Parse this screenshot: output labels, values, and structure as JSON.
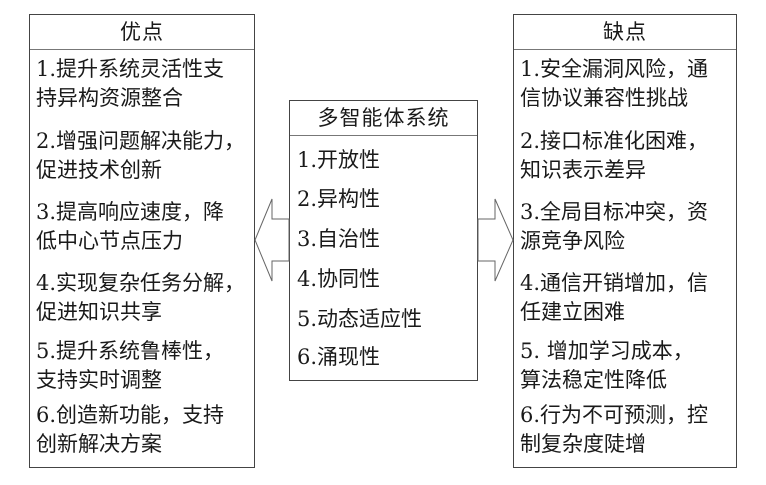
{
  "diagram": {
    "center": {
      "title": "多智能体系统",
      "items": [
        "1.开放性",
        "2.异构性",
        "3.自治性",
        "4.协同性",
        "5.动态适应性",
        "6.涌现性"
      ]
    },
    "advantages": {
      "title": "优点",
      "items": [
        {
          "lines": [
            "1.提升系统灵活性支",
            "持异构资源整合"
          ]
        },
        {
          "lines": [
            "2.增强问题解决能力，",
            "促进技术创新"
          ]
        },
        {
          "lines": [
            "3.提高响应速度，降",
            "低中心节点压力"
          ]
        },
        {
          "lines": [
            "4.实现复杂任务分解，",
            "促进知识共享"
          ]
        },
        {
          "lines": [
            "5.提升系统鲁棒性，",
            "支持实时调整"
          ]
        },
        {
          "lines": [
            "6.创造新功能，支持",
            "创新解决方案"
          ]
        }
      ]
    },
    "disadvantages": {
      "title": "缺点",
      "items": [
        {
          "lines": [
            "1.安全漏洞风险，通",
            "信协议兼容性挑战"
          ]
        },
        {
          "lines": [
            "2.接口标准化困难，",
            "知识表示差异"
          ]
        },
        {
          "lines": [
            "3.全局目标冲突，资",
            "源竞争风险"
          ]
        },
        {
          "lines": [
            "4.通信开销增加，信",
            "任建立困难"
          ]
        },
        {
          "lines": [
            "5. 增加学习成本，",
            "算法稳定性降低"
          ]
        },
        {
          "lines": [
            "6.行为不可预测，控",
            "制复杂度陡增"
          ]
        }
      ]
    },
    "colors": {
      "border": "#444444",
      "text": "#1a1a1a",
      "arrow": "#666666"
    }
  }
}
